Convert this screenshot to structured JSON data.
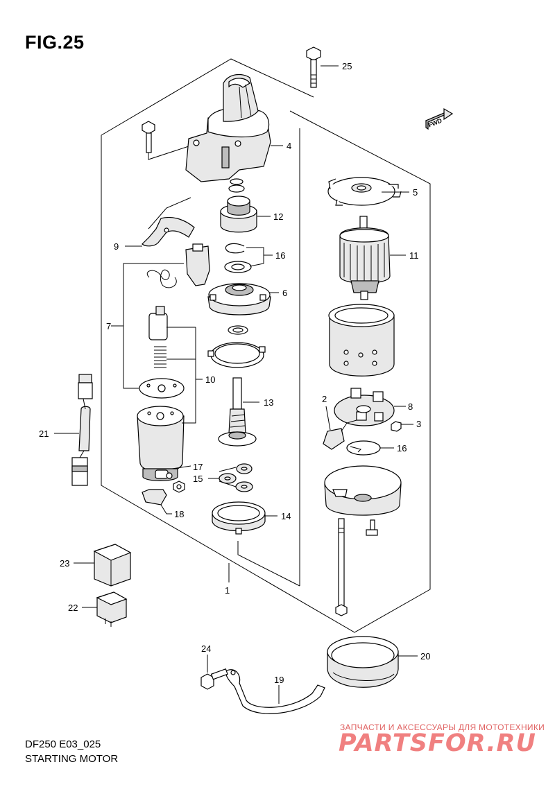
{
  "figure": {
    "title": "FIG.25",
    "model_code": "DF250 E03_025",
    "caption": "STARTING MOTOR",
    "fwd_label": "FWD"
  },
  "callouts": [
    {
      "num": "1"
    },
    {
      "num": "2"
    },
    {
      "num": "3"
    },
    {
      "num": "4"
    },
    {
      "num": "5"
    },
    {
      "num": "6"
    },
    {
      "num": "7"
    },
    {
      "num": "8"
    },
    {
      "num": "9"
    },
    {
      "num": "10"
    },
    {
      "num": "11"
    },
    {
      "num": "12"
    },
    {
      "num": "13"
    },
    {
      "num": "14"
    },
    {
      "num": "15"
    },
    {
      "num": "16"
    },
    {
      "num": "16"
    },
    {
      "num": "17"
    },
    {
      "num": "18"
    },
    {
      "num": "19"
    },
    {
      "num": "20"
    },
    {
      "num": "21"
    },
    {
      "num": "22"
    },
    {
      "num": "23"
    },
    {
      "num": "24"
    },
    {
      "num": "25"
    }
  ],
  "watermark": {
    "tagline": "ЗАПЧАСТИ И АКСЕССУАРЫ ДЛЯ МОТОТЕХНИКИ",
    "logo": "PARTSFOR.RU",
    "color": "#f08080"
  }
}
